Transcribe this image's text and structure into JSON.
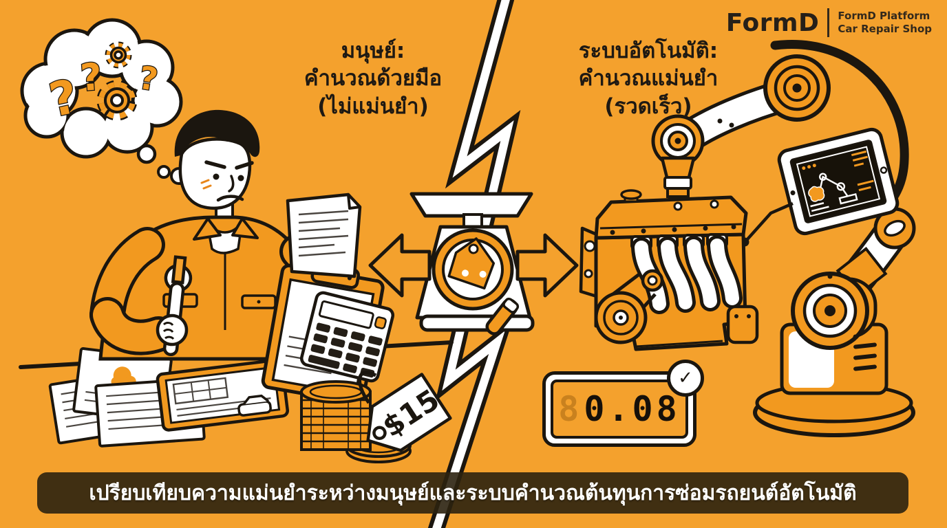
{
  "logo": {
    "brand": "FormD",
    "tagline_line1": "FormD Platform",
    "tagline_line2": "Car Repair Shop"
  },
  "left_panel": {
    "lines": [
      "มนุษย์:",
      "คำนวณด้วยมือ",
      "(ไม่แม่นยำ)"
    ],
    "price_tag": "$15"
  },
  "right_panel": {
    "lines": [
      "ระบบอัตโนมัติ:",
      "คำนวณแม่นยำ",
      "(รวดเร็ว)"
    ],
    "display_ghost": "8",
    "display_value": "0.08"
  },
  "caption": "เปรียบเทียบความแม่นยำระหว่างมนุษย์และระบบคำนวณต้นทุนการซ่อมรถยนต์อัตโนมัติ",
  "icons": {
    "check": "✓",
    "question_mark": "?"
  },
  "colors": {
    "background": "#F4A12D",
    "object_orange": "#F2991F",
    "outline": "#1B160F",
    "banner_bg": "rgba(44,34,16,0.9)",
    "text_dark": "#1E1913",
    "white": "#FFFFFF"
  }
}
